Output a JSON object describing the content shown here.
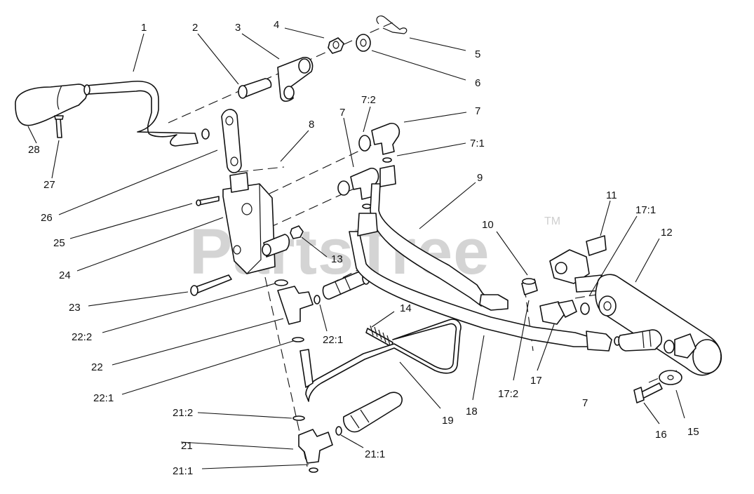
{
  "watermark": {
    "brand": "PartsTree",
    "trademark": "TM"
  },
  "callouts": [
    {
      "id": "c1",
      "label": "1"
    },
    {
      "id": "c2",
      "label": "2"
    },
    {
      "id": "c3",
      "label": "3"
    },
    {
      "id": "c4",
      "label": "4"
    },
    {
      "id": "c5",
      "label": "5"
    },
    {
      "id": "c6",
      "label": "6"
    },
    {
      "id": "c7a",
      "label": "7"
    },
    {
      "id": "c7b",
      "label": "7"
    },
    {
      "id": "c7c",
      "label": "7"
    },
    {
      "id": "c7_2",
      "label": "7:2"
    },
    {
      "id": "c7_1",
      "label": "7:1"
    },
    {
      "id": "c8",
      "label": "8"
    },
    {
      "id": "c9",
      "label": "9"
    },
    {
      "id": "c10",
      "label": "10"
    },
    {
      "id": "c11",
      "label": "11"
    },
    {
      "id": "c12",
      "label": "12"
    },
    {
      "id": "c13",
      "label": "13"
    },
    {
      "id": "c14",
      "label": "14"
    },
    {
      "id": "c15",
      "label": "15"
    },
    {
      "id": "c16",
      "label": "16"
    },
    {
      "id": "c17",
      "label": "17"
    },
    {
      "id": "c17_1",
      "label": "17:1"
    },
    {
      "id": "c17_2",
      "label": "17:2"
    },
    {
      "id": "c18",
      "label": "18"
    },
    {
      "id": "c19",
      "label": "19"
    },
    {
      "id": "c21",
      "label": "21"
    },
    {
      "id": "c21_1a",
      "label": "21:1"
    },
    {
      "id": "c21_1b",
      "label": "21:1"
    },
    {
      "id": "c21_2",
      "label": "21:2"
    },
    {
      "id": "c22",
      "label": "22"
    },
    {
      "id": "c22_1a",
      "label": "22:1"
    },
    {
      "id": "c22_1b",
      "label": "22:1"
    },
    {
      "id": "c22_2",
      "label": "22:2"
    },
    {
      "id": "c23",
      "label": "23"
    },
    {
      "id": "c24",
      "label": "24"
    },
    {
      "id": "c25",
      "label": "25"
    },
    {
      "id": "c26",
      "label": "26"
    },
    {
      "id": "c27",
      "label": "27"
    },
    {
      "id": "c28",
      "label": "28"
    }
  ]
}
